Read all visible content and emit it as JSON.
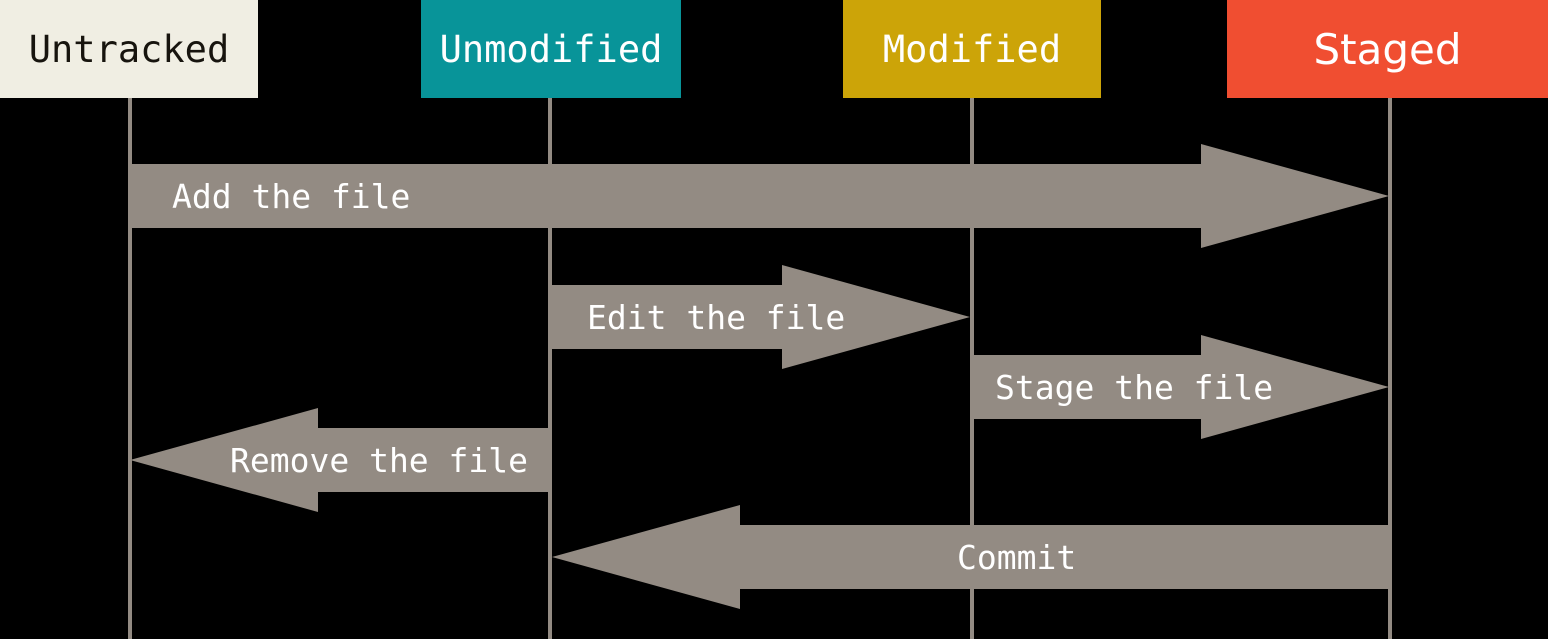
{
  "states": [
    {
      "label": "Untracked",
      "color": "#F0EEE3",
      "text_color": "#17140E"
    },
    {
      "label": "Unmodified",
      "color": "#089499",
      "text_color": "#FFFFFF"
    },
    {
      "label": "Modified",
      "color": "#CCA408",
      "text_color": "#FFFFFF"
    },
    {
      "label": "Staged",
      "color": "#F04E31",
      "text_color": "#FFFFFF"
    }
  ],
  "transitions": [
    {
      "label": "Add the file",
      "from": "Untracked",
      "to": "Staged",
      "direction": "right"
    },
    {
      "label": "Edit the file",
      "from": "Unmodified",
      "to": "Modified",
      "direction": "right"
    },
    {
      "label": "Stage the file",
      "from": "Modified",
      "to": "Staged",
      "direction": "right"
    },
    {
      "label": "Remove the file",
      "from": "Unmodified",
      "to": "Untracked",
      "direction": "left"
    },
    {
      "label": "Commit",
      "from": "Staged",
      "to": "Unmodified",
      "direction": "left"
    }
  ],
  "colors": {
    "background": "#000000",
    "arrow": "#938B83",
    "lifeline": "#938B83",
    "arrow_text": "#FFFFFF"
  }
}
